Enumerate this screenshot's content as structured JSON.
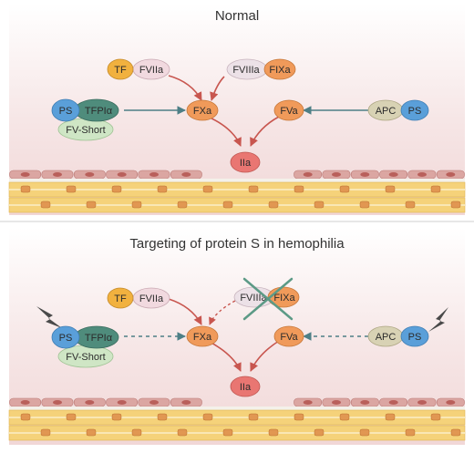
{
  "panels": [
    {
      "title": "Normal",
      "complexes": {
        "extrinsic": [
          "TF",
          "FVIIa"
        ],
        "tenase": [
          "FVIIIa",
          "FIXa"
        ],
        "tfpi": [
          "PS",
          "TFPIα",
          "FV-Short"
        ],
        "apc": [
          "APC",
          "PS"
        ]
      },
      "nodes": {
        "fxa": "FXa",
        "fva": "FVa",
        "iia": "IIa"
      },
      "tenase_crossed_out": false,
      "inhibition_arrows": "solid",
      "ps_targeted": false
    },
    {
      "title": "Targeting of protein S in hemophilia",
      "complexes": {
        "extrinsic": [
          "TF",
          "FVIIa"
        ],
        "tenase": [
          "FVIIIa",
          "FIXa"
        ],
        "tfpi": [
          "PS",
          "TFPIα",
          "FV-Short"
        ],
        "apc": [
          "APC",
          "PS"
        ]
      },
      "nodes": {
        "fxa": "FXa",
        "fva": "FVa",
        "iia": "IIa"
      },
      "tenase_crossed_out": true,
      "inhibition_arrows": "dashed",
      "ps_targeted": true
    }
  ],
  "colors": {
    "tf": "#f1b13f",
    "fviia": "#f1d9df",
    "fviiia": "#ece1e7",
    "fixa": "#f09a5a",
    "ps": "#5a9fd9",
    "tfpi": "#4f8c7c",
    "fvshort": "#cfe6c5",
    "fxa": "#f09a5a",
    "fva": "#f09a5a",
    "iia": "#e97672",
    "apc": "#d8d2b4",
    "activation_arrow": "#c8564f",
    "inhibition_arrow": "#4d7f86",
    "cross": "#5c9a86",
    "lightning": "#4a4a4a"
  }
}
